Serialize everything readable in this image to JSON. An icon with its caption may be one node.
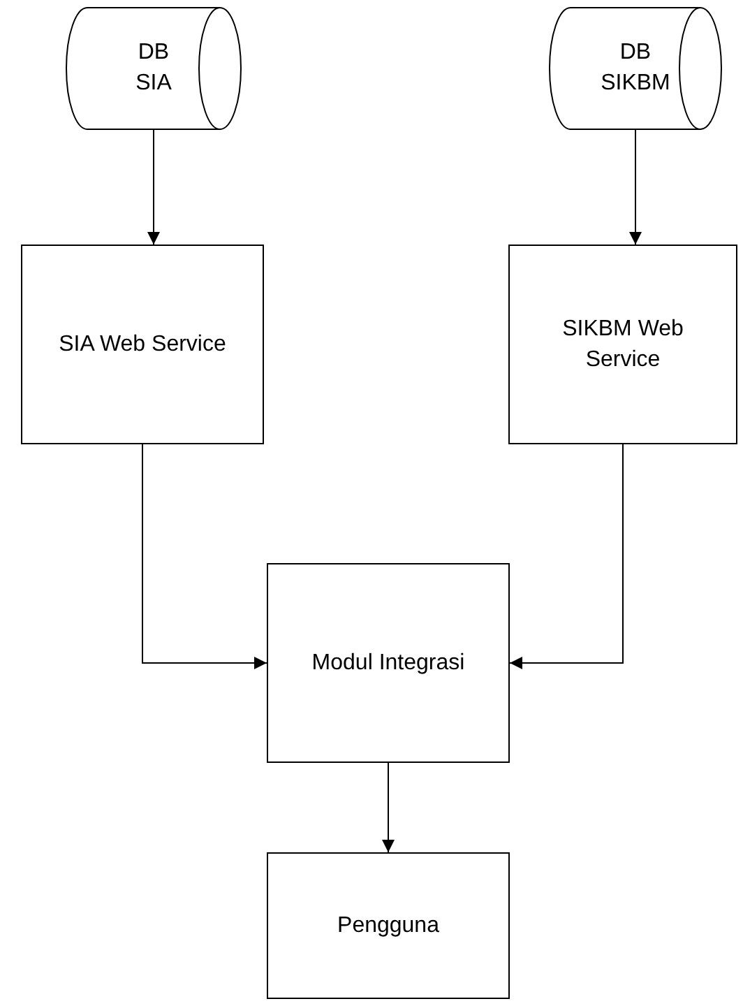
{
  "diagram": {
    "nodes": [
      {
        "text": [
          "DB SIA"
        ]
      },
      {
        "text": [
          "DB SIKBM"
        ]
      },
      {
        "text": [
          "SIA Web Service"
        ]
      },
      {
        "text": [
          "SIKBM Web Service"
        ]
      },
      {
        "text": [
          "Modul Integrasi"
        ]
      },
      {
        "text": [
          "Pengguna"
        ]
      }
    ],
    "edges": [
      {
        "from": 0,
        "to": 2,
        "arrow": "to"
      },
      {
        "from": 1,
        "to": 3,
        "arrow": "to"
      },
      {
        "from": 2,
        "to": 4,
        "arrow": "to"
      },
      {
        "from": 3,
        "to": 4,
        "arrow": "to"
      },
      {
        "from": 4,
        "to": 5,
        "arrow": "to"
      }
    ]
  }
}
